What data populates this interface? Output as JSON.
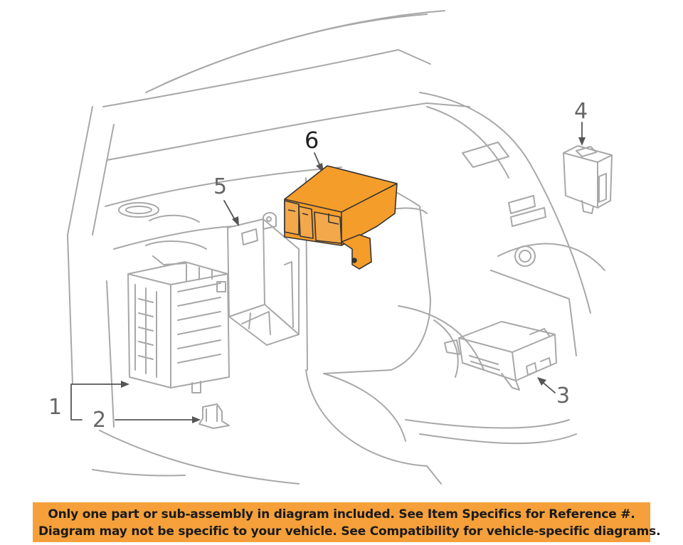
{
  "callouts": {
    "c1": "1",
    "c2": "2",
    "c3": "3",
    "c4": "4",
    "c5": "5",
    "c6": "6"
  },
  "colors": {
    "line": "#a8a8a8",
    "highlight": "#f59d2a",
    "banner": "#f5a03a"
  },
  "notice": {
    "line1": "Only one part or sub-assembly in diagram included. See Item Specifics for Reference #.",
    "line2": "Diagram may not be specific to your vehicle. See Compatibility for vehicle-specific diagrams."
  }
}
